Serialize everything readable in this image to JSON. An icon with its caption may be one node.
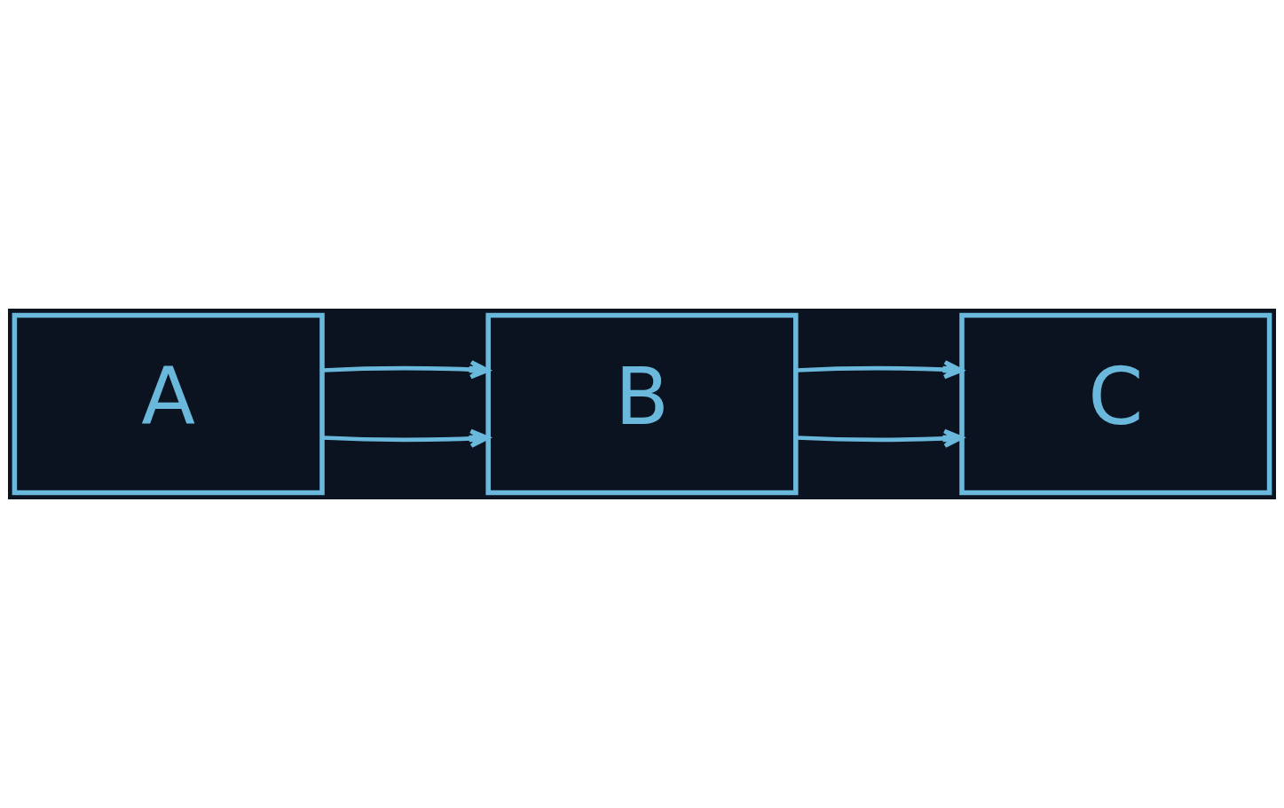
{
  "diagram": {
    "nodes": [
      {
        "text": [
          "A"
        ]
      },
      {
        "text": [
          "B"
        ]
      },
      {
        "text": [
          "C"
        ]
      }
    ],
    "edges": [
      {
        "from": 0,
        "to": 1,
        "arrow": "to"
      },
      {
        "from": 1,
        "to": 2,
        "arrow": "to"
      },
      {
        "from": 0,
        "to": 1,
        "arrow": "to"
      },
      {
        "from": 1,
        "to": 2,
        "arrow": "to"
      }
    ]
  }
}
